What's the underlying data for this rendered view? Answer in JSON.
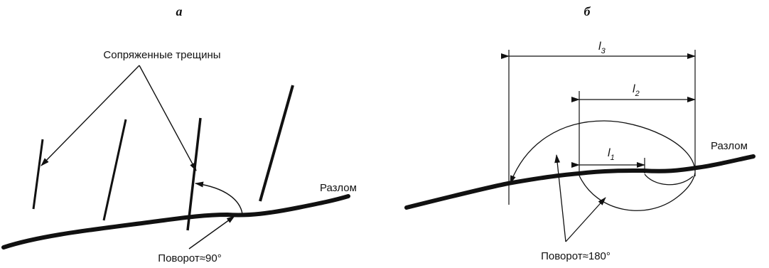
{
  "panel_a": {
    "letter": "а",
    "cracks_label": "Сопряженные трещины",
    "fault_label": "Разлом",
    "rotation_label": "Поворот≈90°"
  },
  "panel_b": {
    "letter": "б",
    "dimensions": [
      {
        "base": "l",
        "index": "3"
      },
      {
        "base": "l",
        "index": "2"
      },
      {
        "base": "l",
        "index": "1"
      }
    ],
    "fault_label": "Разлом",
    "rotation_label": "Поворот≈180°"
  }
}
